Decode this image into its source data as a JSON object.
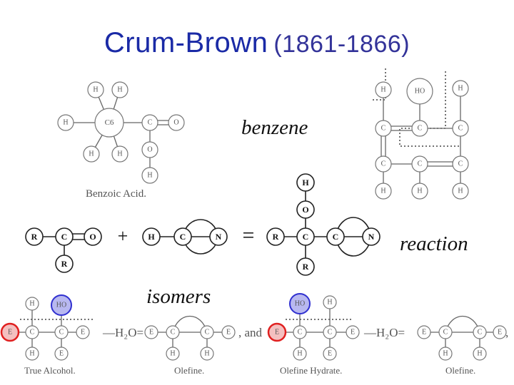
{
  "title": {
    "name": "Crum-Brown",
    "years": "(1861-1866)"
  },
  "labels": {
    "benzene": "benzene",
    "reaction": "reaction",
    "isomers": "isomers"
  },
  "captions": {
    "benzoic": "Benzoic Acid.",
    "true_alcohol": "True Alcohol.",
    "olefine": "Olefine.",
    "olefine_hydrate": "Olefine Hydrate.",
    "olefine2": "Olefine."
  },
  "equation": {
    "minus_water": "—H₂O=",
    "minus_water2": "—H₂O=",
    "and": ", and",
    "comma": ","
  },
  "atoms": {
    "H": "H",
    "C": "C",
    "O": "O",
    "N": "N",
    "R": "R",
    "E": "E",
    "HO": "HO",
    "C6": "C6",
    "plus": "+",
    "equals": "="
  },
  "colors": {
    "title": "#1a2aa6",
    "highlight_blue": "#3030d0",
    "highlight_red": "#e02020",
    "blue_fill": "#b8b8f0",
    "red_fill": "#f4c0c0"
  }
}
